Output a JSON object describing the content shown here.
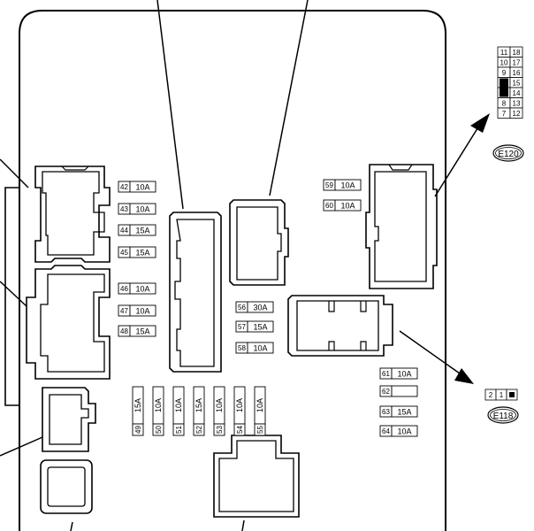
{
  "fuses": [
    {
      "id": "f42",
      "num": "42",
      "rating": "10A"
    },
    {
      "id": "f43",
      "num": "43",
      "rating": "10A"
    },
    {
      "id": "f44",
      "num": "44",
      "rating": "15A"
    },
    {
      "id": "f45",
      "num": "45",
      "rating": "15A"
    },
    {
      "id": "f46",
      "num": "46",
      "rating": "10A"
    },
    {
      "id": "f47",
      "num": "47",
      "rating": "10A"
    },
    {
      "id": "f48",
      "num": "48",
      "rating": "15A"
    },
    {
      "id": "f59",
      "num": "59",
      "rating": "10A"
    },
    {
      "id": "f60",
      "num": "60",
      "rating": "10A"
    },
    {
      "id": "f56",
      "num": "56",
      "rating": "30A"
    },
    {
      "id": "f57",
      "num": "57",
      "rating": "15A"
    },
    {
      "id": "f58",
      "num": "58",
      "rating": "10A"
    },
    {
      "id": "f61",
      "num": "61",
      "rating": "10A"
    },
    {
      "id": "f62",
      "num": "62",
      "rating": ""
    },
    {
      "id": "f63",
      "num": "63",
      "rating": "15A"
    },
    {
      "id": "f64",
      "num": "64",
      "rating": "10A"
    }
  ],
  "vertical_fuses": [
    {
      "id": "f49",
      "num": "49",
      "rating": "15A"
    },
    {
      "id": "f50",
      "num": "50",
      "rating": "10A"
    },
    {
      "id": "f51",
      "num": "51",
      "rating": "10A"
    },
    {
      "id": "f52",
      "num": "52",
      "rating": "15A"
    },
    {
      "id": "f53",
      "num": "53",
      "rating": "10A"
    },
    {
      "id": "f54",
      "num": "54",
      "rating": "10A"
    },
    {
      "id": "f55",
      "num": "55",
      "rating": "10A"
    }
  ],
  "connector_e120": {
    "label": "E120",
    "pins": [
      [
        "11",
        "18"
      ],
      [
        "10",
        "17"
      ],
      [
        "9",
        "16"
      ],
      [
        "",
        "15"
      ],
      [
        "",
        "14"
      ],
      [
        "8",
        "13"
      ],
      [
        "7",
        "12"
      ]
    ]
  },
  "connector_e118": {
    "label": "E118",
    "pins": [
      "2",
      "1"
    ]
  }
}
